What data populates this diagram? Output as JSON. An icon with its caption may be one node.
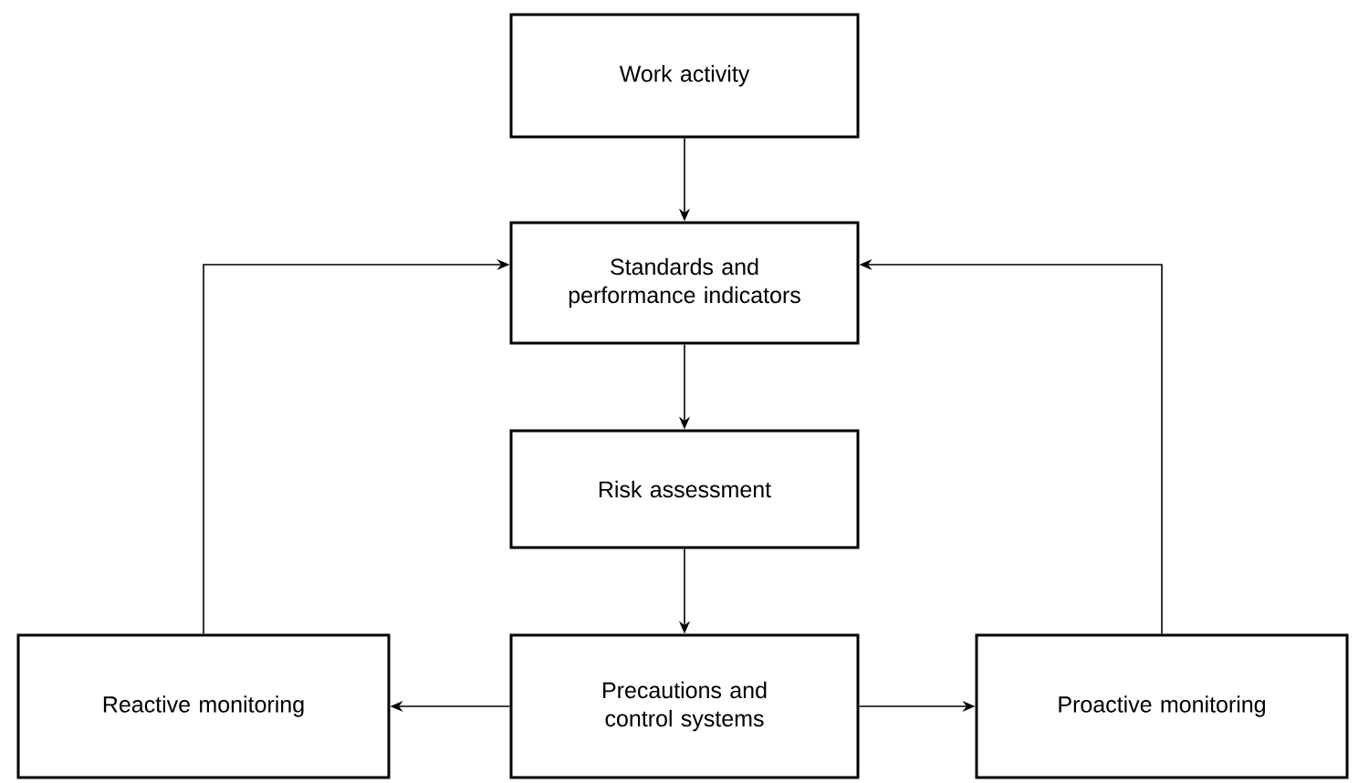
{
  "diagram": {
    "nodes": [
      {
        "text": [
          "Work activity"
        ]
      },
      {
        "text": [
          "Standards and performance indicators"
        ]
      },
      {
        "text": [
          "Risk assessment"
        ]
      },
      {
        "text": [
          "Precautions and control systems"
        ]
      },
      {
        "text": [
          "Reactive monitoring"
        ]
      },
      {
        "text": [
          "Proactive monitoring"
        ]
      }
    ],
    "edges": [
      {
        "from": 0,
        "to": 1,
        "arrow": "to"
      },
      {
        "from": 1,
        "to": 2,
        "arrow": "to"
      },
      {
        "from": 2,
        "to": 3,
        "arrow": "to"
      },
      {
        "from": 3,
        "to": 4,
        "arrow": "to"
      },
      {
        "from": 3,
        "to": 5,
        "arrow": "to"
      },
      {
        "from": 4,
        "to": 1,
        "arrow": "to"
      },
      {
        "from": 5,
        "to": 1,
        "arrow": "to"
      }
    ]
  }
}
